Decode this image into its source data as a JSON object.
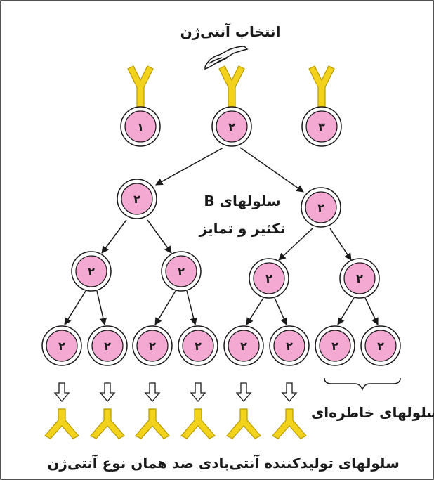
{
  "labels": {
    "antigen_selection": "انتخاب آنتی‌ژن",
    "b_cells": "سلولهای B",
    "proliferation": "تکثیر و تمایز",
    "memory_cells": "سلولهای خاطره‌ای",
    "plasma_cells": "سلولهای تولیدکننده آنتی‌بادی ضد همان نوع آنتی‌ژن"
  },
  "cells": {
    "top": [
      "۱",
      "۲",
      "۳"
    ],
    "clone_number": "۲"
  },
  "colors": {
    "cell_fill": "#f3a9d2",
    "antibody_fill": "#f2d21a",
    "antibody_stroke": "#b89a00",
    "stroke": "#1a1a1a"
  }
}
